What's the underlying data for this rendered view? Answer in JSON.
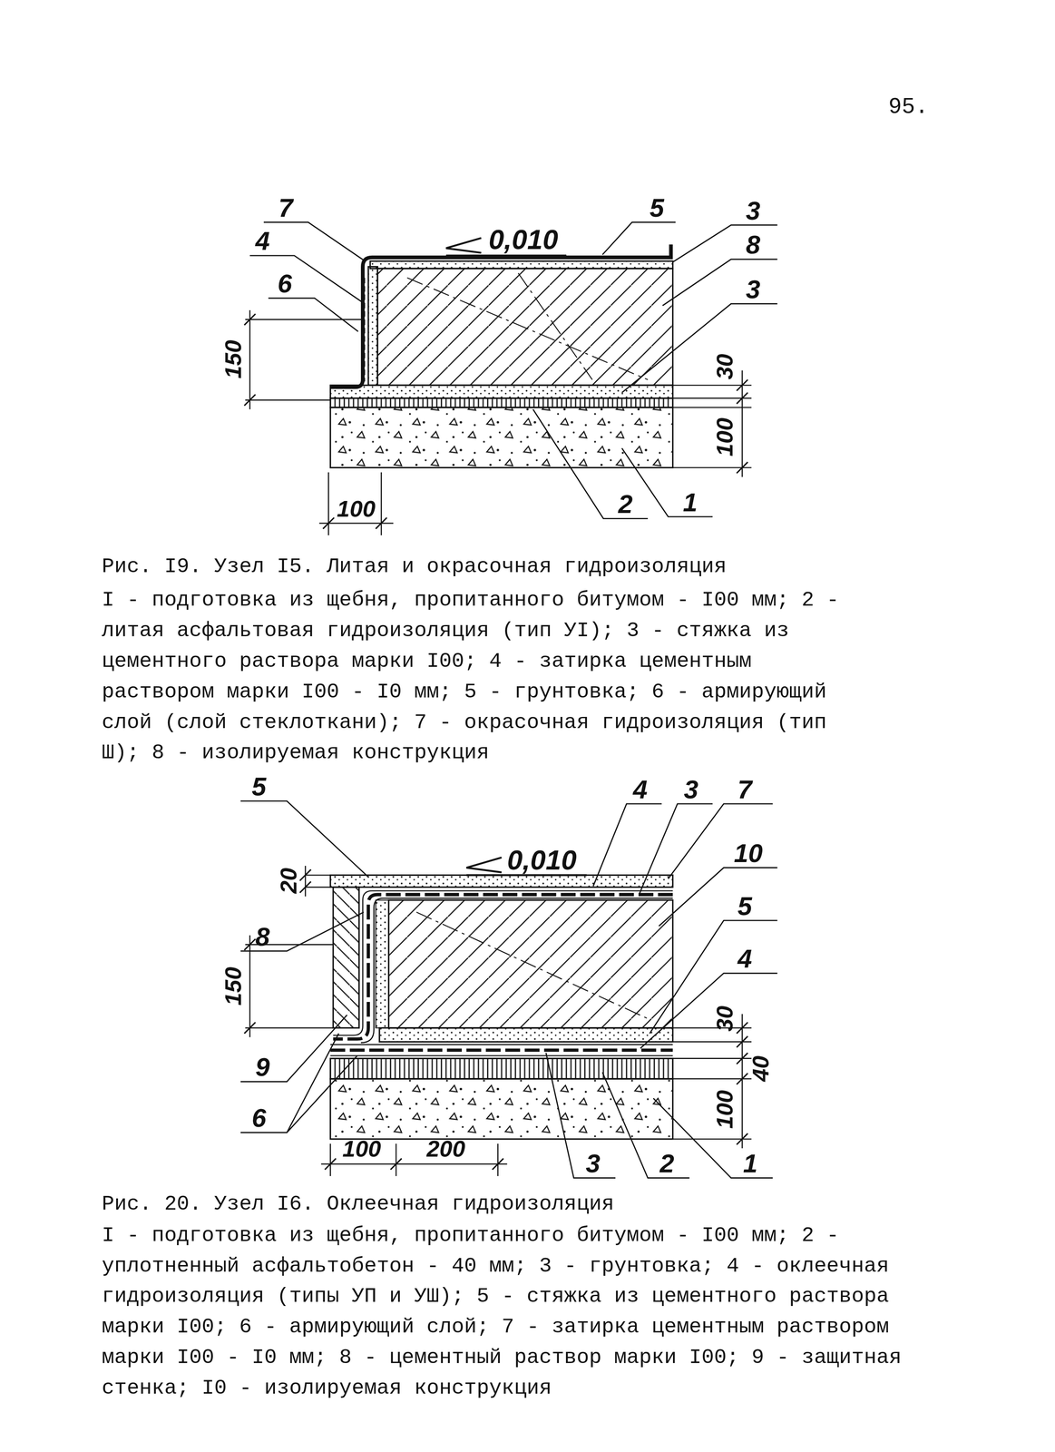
{
  "diagram": {
    "labels": [
      "95.",
      "7",
      "4",
      "6",
      "5",
      "3",
      "8",
      "3",
      "0,010",
      "150",
      "30",
      "100",
      "100",
      "2",
      "1",
      "Рис. I9. Узел I5. Литая и окрасочная гидроизоляция",
      "I - подготовка из щебня, пропитанного битумом - I00 мм; 2 - литая асфальтовая гидроизоляция (тип УI); 3 - стяжка из цементного раствора марки I00; 4 - затирка цементным раствором марки I00 - I0 мм; 5 - грунтовка; 6 - армирующий слой (слой стеклоткани); 7 - окрасочная гидроизоляция (тип Ш); 8 - изолируемая конструкция",
      "5",
      "4",
      "3",
      "7",
      "10",
      "5",
      "8",
      "4",
      "20",
      "0,010",
      "150",
      "30",
      "40",
      "100",
      "9",
      "6",
      "100",
      "200",
      "3",
      "2",
      "1",
      "Рис. 20. Узел I6. Оклеечная гидроизоляция",
      "I - подготовка из щебня, пропитанного битумом - I00 мм; 2 - уплотненный асфальтобетон - 40 мм; 3 - грунтовка; 4 - оклеечная гидроизоляция (типы УП и УШ); 5 - стяжка из цементного раствора марки I00; 6 - армирующий слой; 7 - затирка цементным раствором марки I00 - I0 мм; 8 - цементный раствор марки I00; 9 - защитная стенка; I0 - изолируемая конструкция"
    ]
  }
}
